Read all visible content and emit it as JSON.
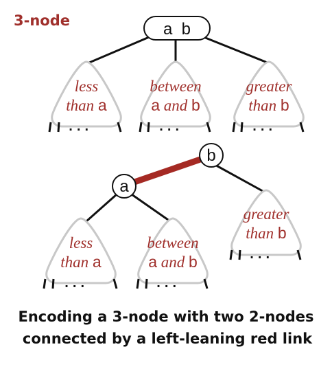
{
  "title": "3-node",
  "top_tree": {
    "node_keys": "a  b",
    "subtrees": [
      {
        "line1": "less",
        "line2_text": "than ",
        "line2_key": "a"
      },
      {
        "line1": "between",
        "line2_key1": "a",
        "line2_text": " and ",
        "line2_key2": "b"
      },
      {
        "line1": "greater",
        "line2_text": "than ",
        "line2_key": "b"
      }
    ]
  },
  "bottom_tree": {
    "node_a": "a",
    "node_b": "b",
    "subtrees": [
      {
        "line1": "less",
        "line2_text": "than ",
        "line2_key": "a"
      },
      {
        "line1": "between",
        "line2_key1": "a",
        "line2_text": " and ",
        "line2_key2": "b"
      },
      {
        "line1": "greater",
        "line2_text": "than ",
        "line2_key": "b"
      }
    ]
  },
  "dots": ". . .",
  "caption": {
    "line1": "Encoding a 3-node with two 2-nodes",
    "line2": "connected by a left-leaning red link"
  },
  "colors": {
    "accent": "#a0302c",
    "red_link": "#a52a24",
    "subtree_outline": "#c8c8c8"
  }
}
